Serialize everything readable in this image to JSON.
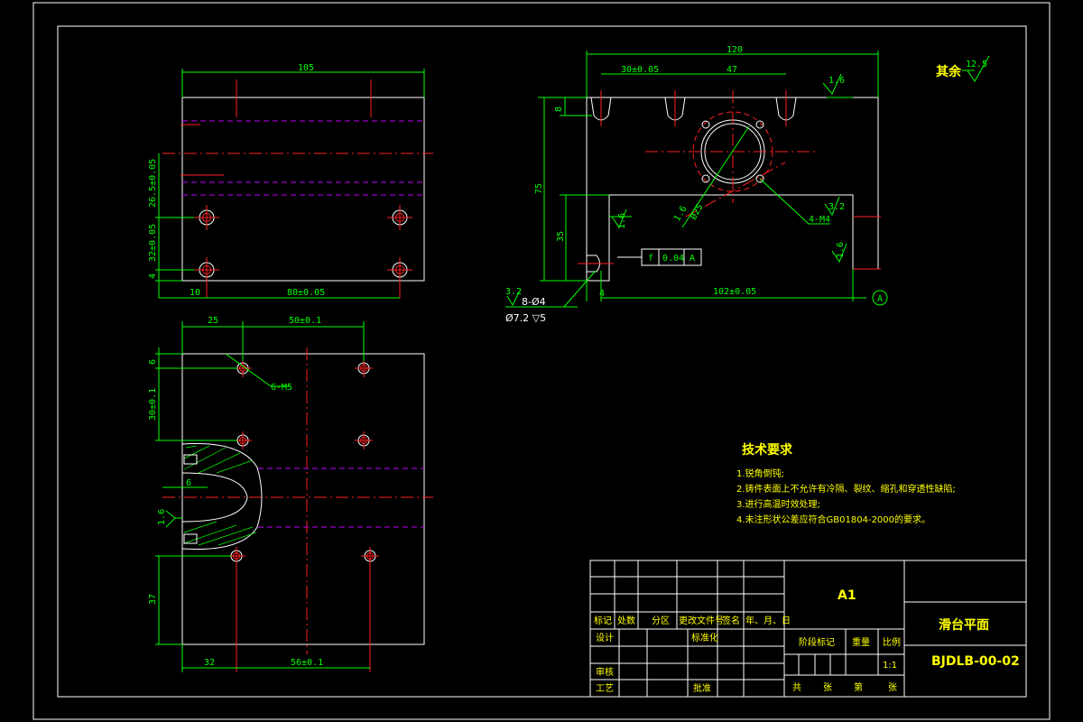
{
  "view_top": {
    "dim_width": "105",
    "dim_left_upper": "26.5±0.05",
    "dim_left_lower": "32±0.05",
    "dim_left_4": "4",
    "dim_bottom_10": "10",
    "dim_bottom_80": "80±0.05"
  },
  "view_front": {
    "dim_120": "120",
    "dim_30": "30±0.05",
    "dim_47": "47",
    "rough_top": "1.6",
    "dim_8": "8",
    "dim_75": "75",
    "dim_35": "35",
    "rough_mid": "1.6",
    "hole_label": "1.6",
    "dia_label": "Ø25",
    "m4_label": "4-M4",
    "rough_right_a": "3.2",
    "rough_right_b": "1.6",
    "tol_f": "f",
    "tol_val": "0.04",
    "tol_ref": "A",
    "rough_bottom": "3.2",
    "hole_spec1": "8-Ø4",
    "hole_spec2": "Ø7.2 ▽5",
    "dim_4": "4",
    "dim_102": "102±0.05",
    "datum": "A"
  },
  "view_side": {
    "dim_25": "25",
    "dim_50": "50±0.1",
    "dim_6": "6",
    "m5_label": "6-M5",
    "dim_30": "30±0.1",
    "dim_6b": "6",
    "rough_left": "1.6",
    "dim_37": "37",
    "dim_32": "32",
    "dim_56": "56±0.1"
  },
  "rest_roughness": {
    "label": "其余",
    "value": "12.5"
  },
  "tech": {
    "title": "技术要求",
    "items": [
      "1.锐角倒钝;",
      "2.铸件表面上不允许有冷隔、裂纹、缩孔和穿透性缺陷;",
      "3.进行高温时效处理;",
      "4.未注形状公差应符合GB01804-2000的要求。"
    ]
  },
  "title_block": {
    "material": "A1",
    "part_name": "滑台平面",
    "drawing_no": "BJDLB-00-02",
    "scale": "1:1",
    "h_mark": "标记",
    "h_count": "处数",
    "h_zone": "分区",
    "h_doc": "更改文件号",
    "h_sign": "签名",
    "h_date": "年、月、日",
    "r_design": "设计",
    "r_std": "标准化",
    "r_review": "审核",
    "r_process": "工艺",
    "r_approve": "批准",
    "stage": "阶段标记",
    "weight": "重量",
    "ratio": "比例",
    "total": "共",
    "sheet": "张",
    "no": "第",
    "sheet2": "张"
  }
}
